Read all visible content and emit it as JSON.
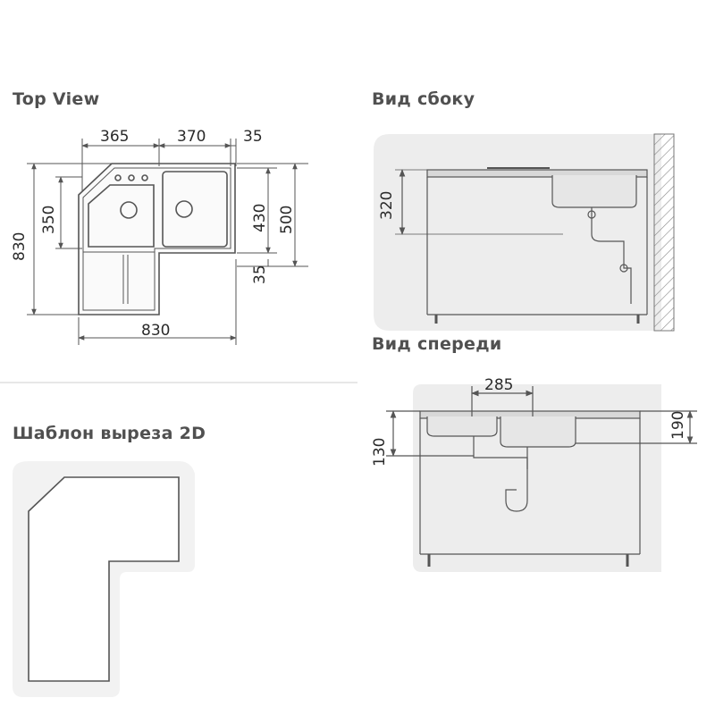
{
  "titles": {
    "top_view": "Top View",
    "side_view": "Вид сбоку",
    "front_view": "Вид спереди",
    "cutout_template": "Шаблон выреза 2D"
  },
  "top_view_dims": {
    "w1": "365",
    "w2": "370",
    "w3": "35",
    "height_total": "830",
    "bowl_depth": "350",
    "d430": "430",
    "d500": "500",
    "d35": "35",
    "width_total": "830"
  },
  "side_view_dims": {
    "height": "320"
  },
  "front_view_dims": {
    "offset": "285",
    "bowl_small": "130",
    "bowl_large": "190"
  },
  "colors": {
    "line": "#555555",
    "fill_light": "#ececec",
    "panel": "#efefef"
  }
}
